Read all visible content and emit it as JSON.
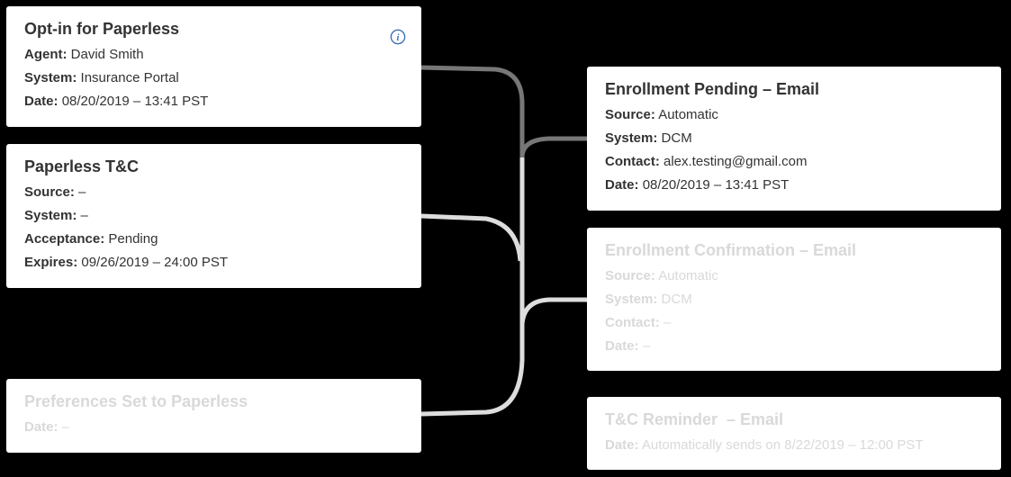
{
  "cards": {
    "optin": {
      "title": "Opt-in for Paperless",
      "rows": [
        {
          "label": "Agent:",
          "value": "David Smith"
        },
        {
          "label": "System:",
          "value": "Insurance Portal"
        },
        {
          "label": "Date:",
          "value": "08/20/2019 – 13:41 PST"
        }
      ],
      "icon": "info-icon"
    },
    "tc": {
      "title": "Paperless T&C",
      "rows": [
        {
          "label": "Source:",
          "value": "–"
        },
        {
          "label": "System:",
          "value": "–"
        },
        {
          "label": "Acceptance:",
          "value": "Pending"
        },
        {
          "label": "Expires:",
          "value": "09/26/2019 – 24:00 PST"
        }
      ]
    },
    "prefs": {
      "title": "Preferences Set to Paperless",
      "rows": [
        {
          "label": "Date:",
          "value": "–"
        }
      ]
    },
    "pending": {
      "title": "Enrollment Pending – Email",
      "rows": [
        {
          "label": "Source:",
          "value": "Automatic"
        },
        {
          "label": "System:",
          "value": "DCM"
        },
        {
          "label": "Contact:",
          "value": "alex.testing@gmail.com"
        },
        {
          "label": "Date:",
          "value": "08/20/2019 – 13:41 PST"
        }
      ]
    },
    "confirm": {
      "title": "Enrollment Confirmation – Email",
      "rows": [
        {
          "label": "Source:",
          "value": "Automatic"
        },
        {
          "label": "System:",
          "value": "DCM"
        },
        {
          "label": "Contact:",
          "value": "–"
        },
        {
          "label": "Date:",
          "value": "–"
        }
      ]
    },
    "reminder": {
      "title": "T&C Reminder  – Email",
      "rows": [
        {
          "label": "Date:",
          "value": "Automatically sends on 8/22/2019 – 12:00 PST"
        }
      ]
    }
  },
  "colors": {
    "background": "#000000",
    "card": "#ffffff",
    "text": "#333333",
    "faded_text": "#d9d9d9",
    "active_connector": "#777777",
    "inactive_connector": "#dddddd",
    "info_icon": "#3b6fb6"
  }
}
